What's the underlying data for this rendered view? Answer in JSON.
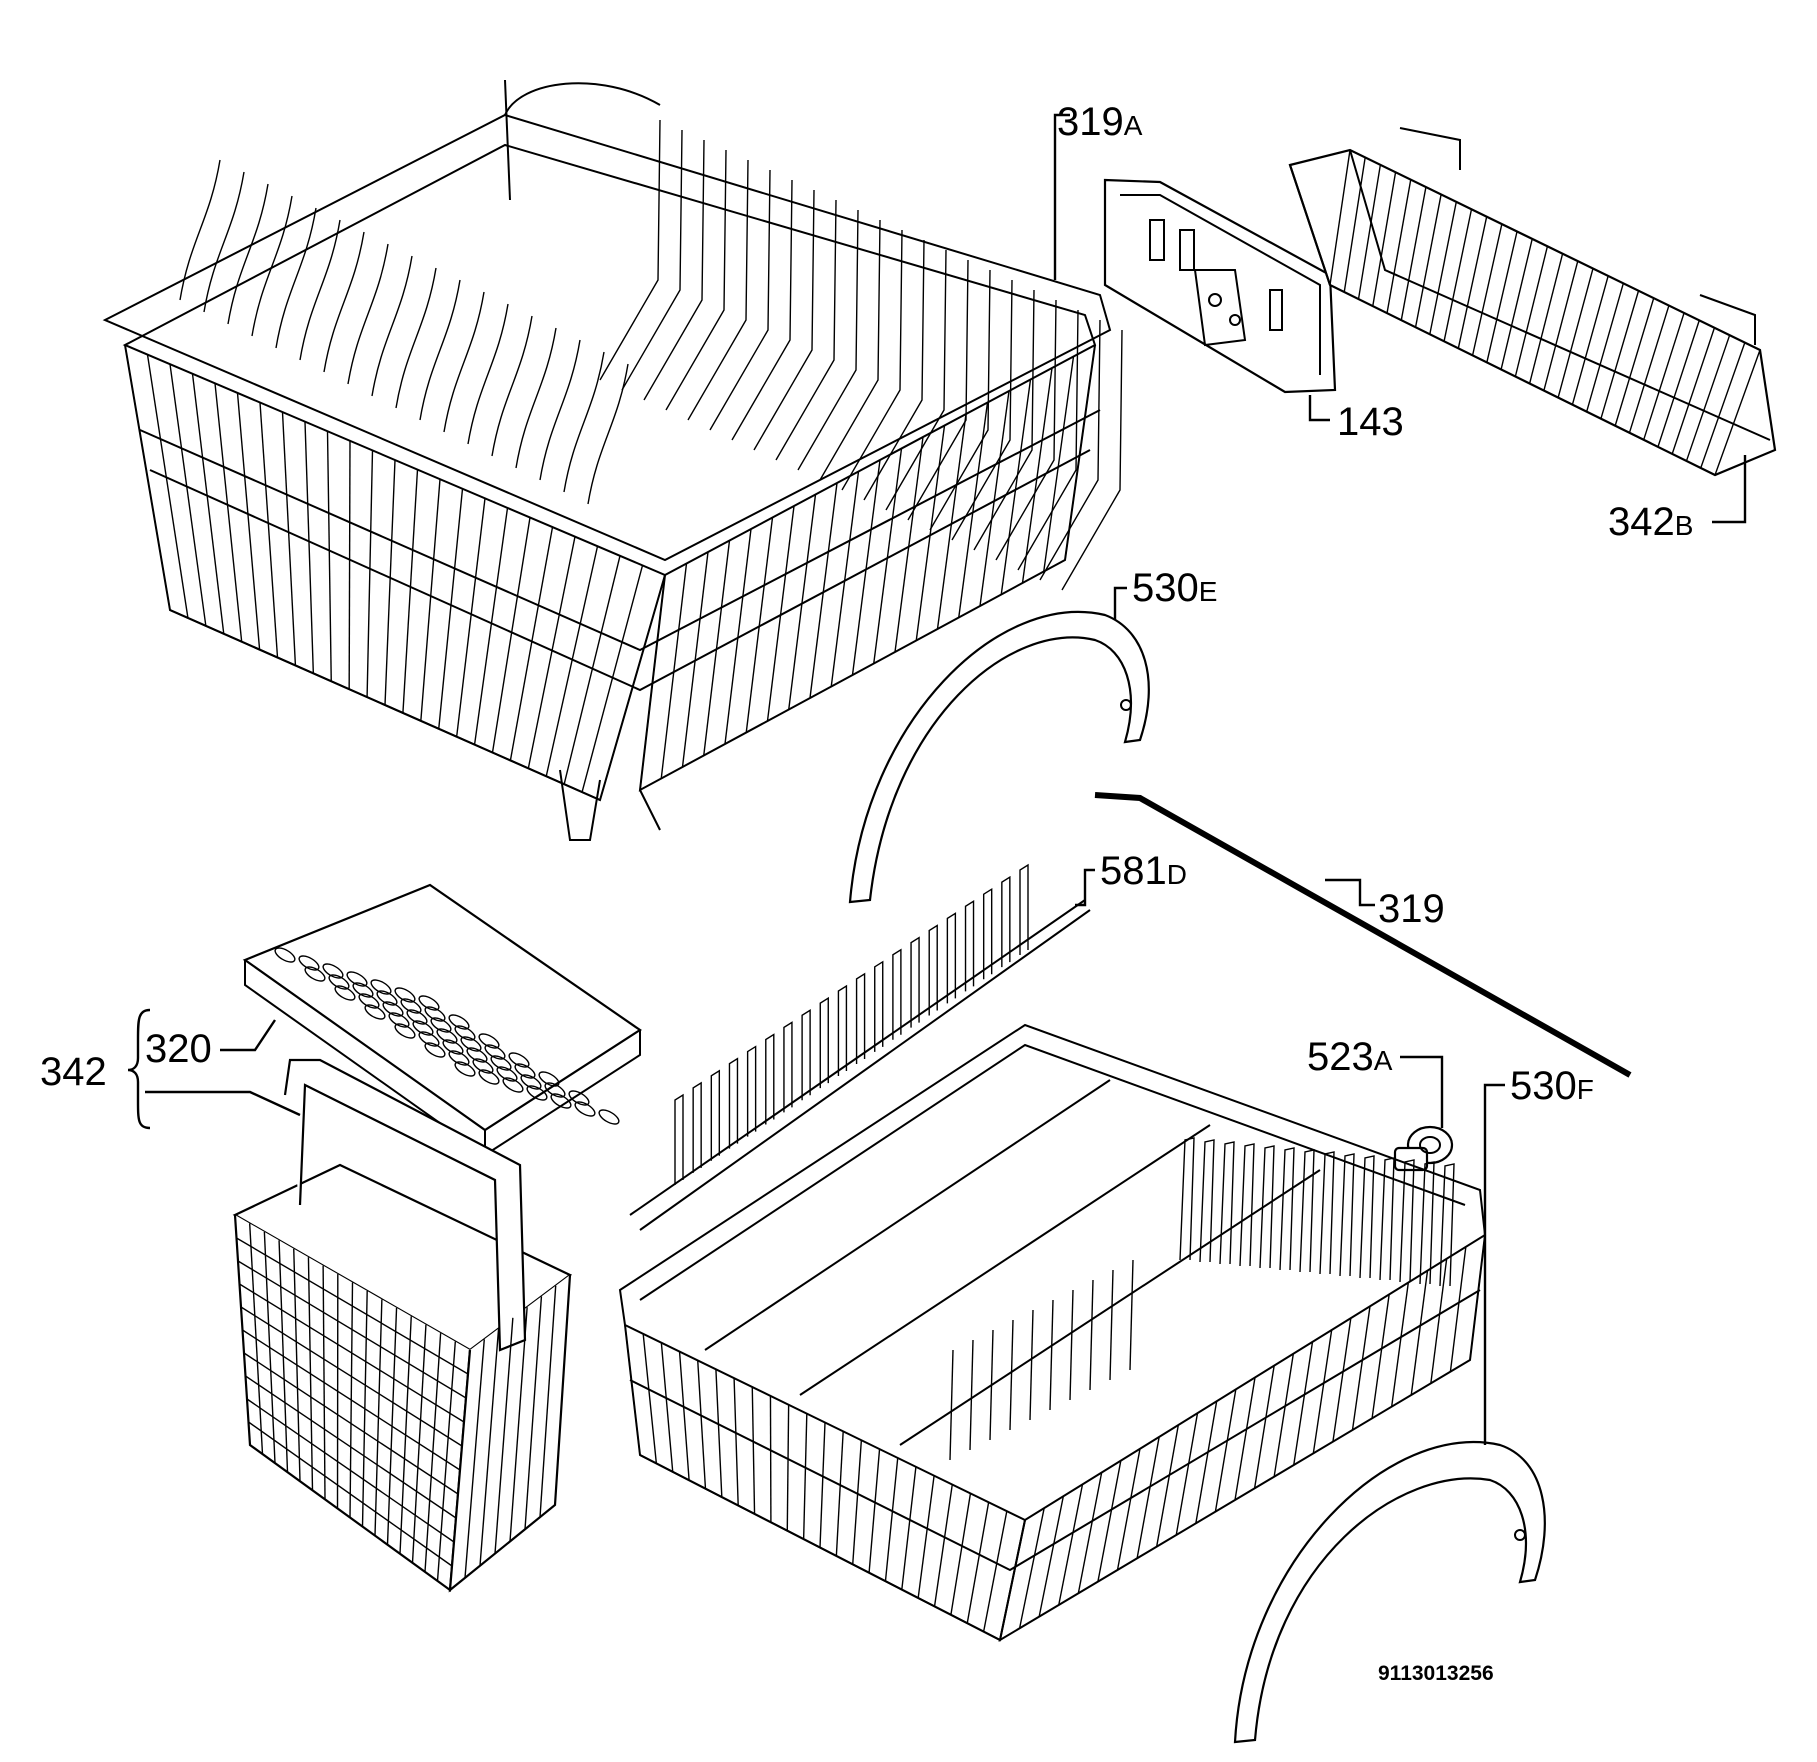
{
  "labels": {
    "l319a": {
      "num": "319",
      "suffix": "A"
    },
    "l143": {
      "num": "143"
    },
    "l342b": {
      "num": "342",
      "suffix": "B"
    },
    "l530e": {
      "num": "530",
      "suffix": "E"
    },
    "l581d": {
      "num": "581",
      "suffix": "D"
    },
    "l319": {
      "num": "319"
    },
    "l342": {
      "num": "342"
    },
    "l320": {
      "num": "320"
    },
    "l523a": {
      "num": "523",
      "suffix": "A"
    },
    "l530f": {
      "num": "530",
      "suffix": "F"
    }
  },
  "document_number": "9113013256",
  "colors": {
    "line": "#000000",
    "background": "#ffffff"
  }
}
